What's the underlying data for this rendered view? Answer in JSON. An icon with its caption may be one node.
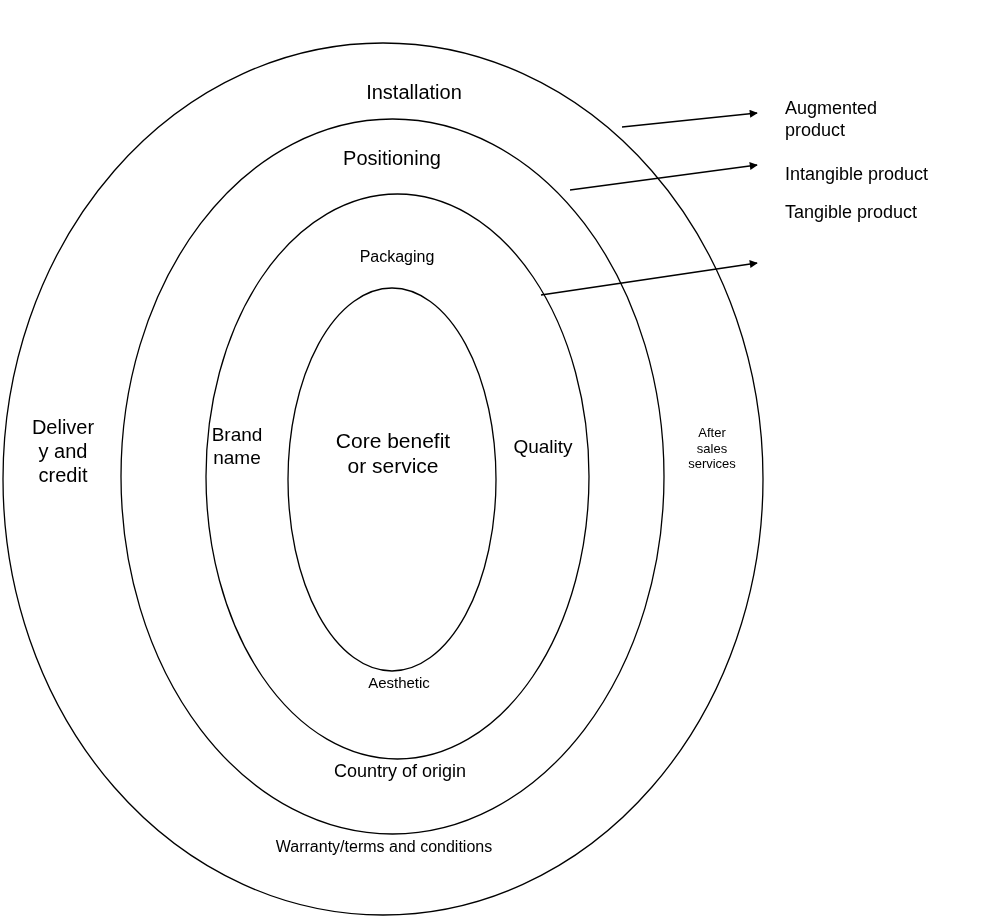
{
  "diagram": {
    "nodes": [
      {
        "text": [
          "Installation",
          "Deliver y and credit",
          "After sales services",
          "Warranty/terms and conditions"
        ]
      },
      {
        "text": [
          "Positioning",
          "Country of origin"
        ],
        "in": 0
      },
      {
        "text": [
          "Packaging",
          "Brand name",
          "Quality",
          "Aesthetic"
        ],
        "in": 1
      },
      {
        "text": [
          "Core benefit or service"
        ],
        "in": 2
      },
      {
        "text": [
          "Augmented product"
        ]
      },
      {
        "text": [
          "Intangible product"
        ]
      },
      {
        "text": [
          "Tangible product"
        ]
      }
    ],
    "edges": [
      {
        "from": 0,
        "to": 4,
        "arrow": "to"
      },
      {
        "from": 1,
        "to": 5,
        "arrow": "to"
      },
      {
        "from": 2,
        "to": 6,
        "arrow": "to"
      }
    ]
  }
}
